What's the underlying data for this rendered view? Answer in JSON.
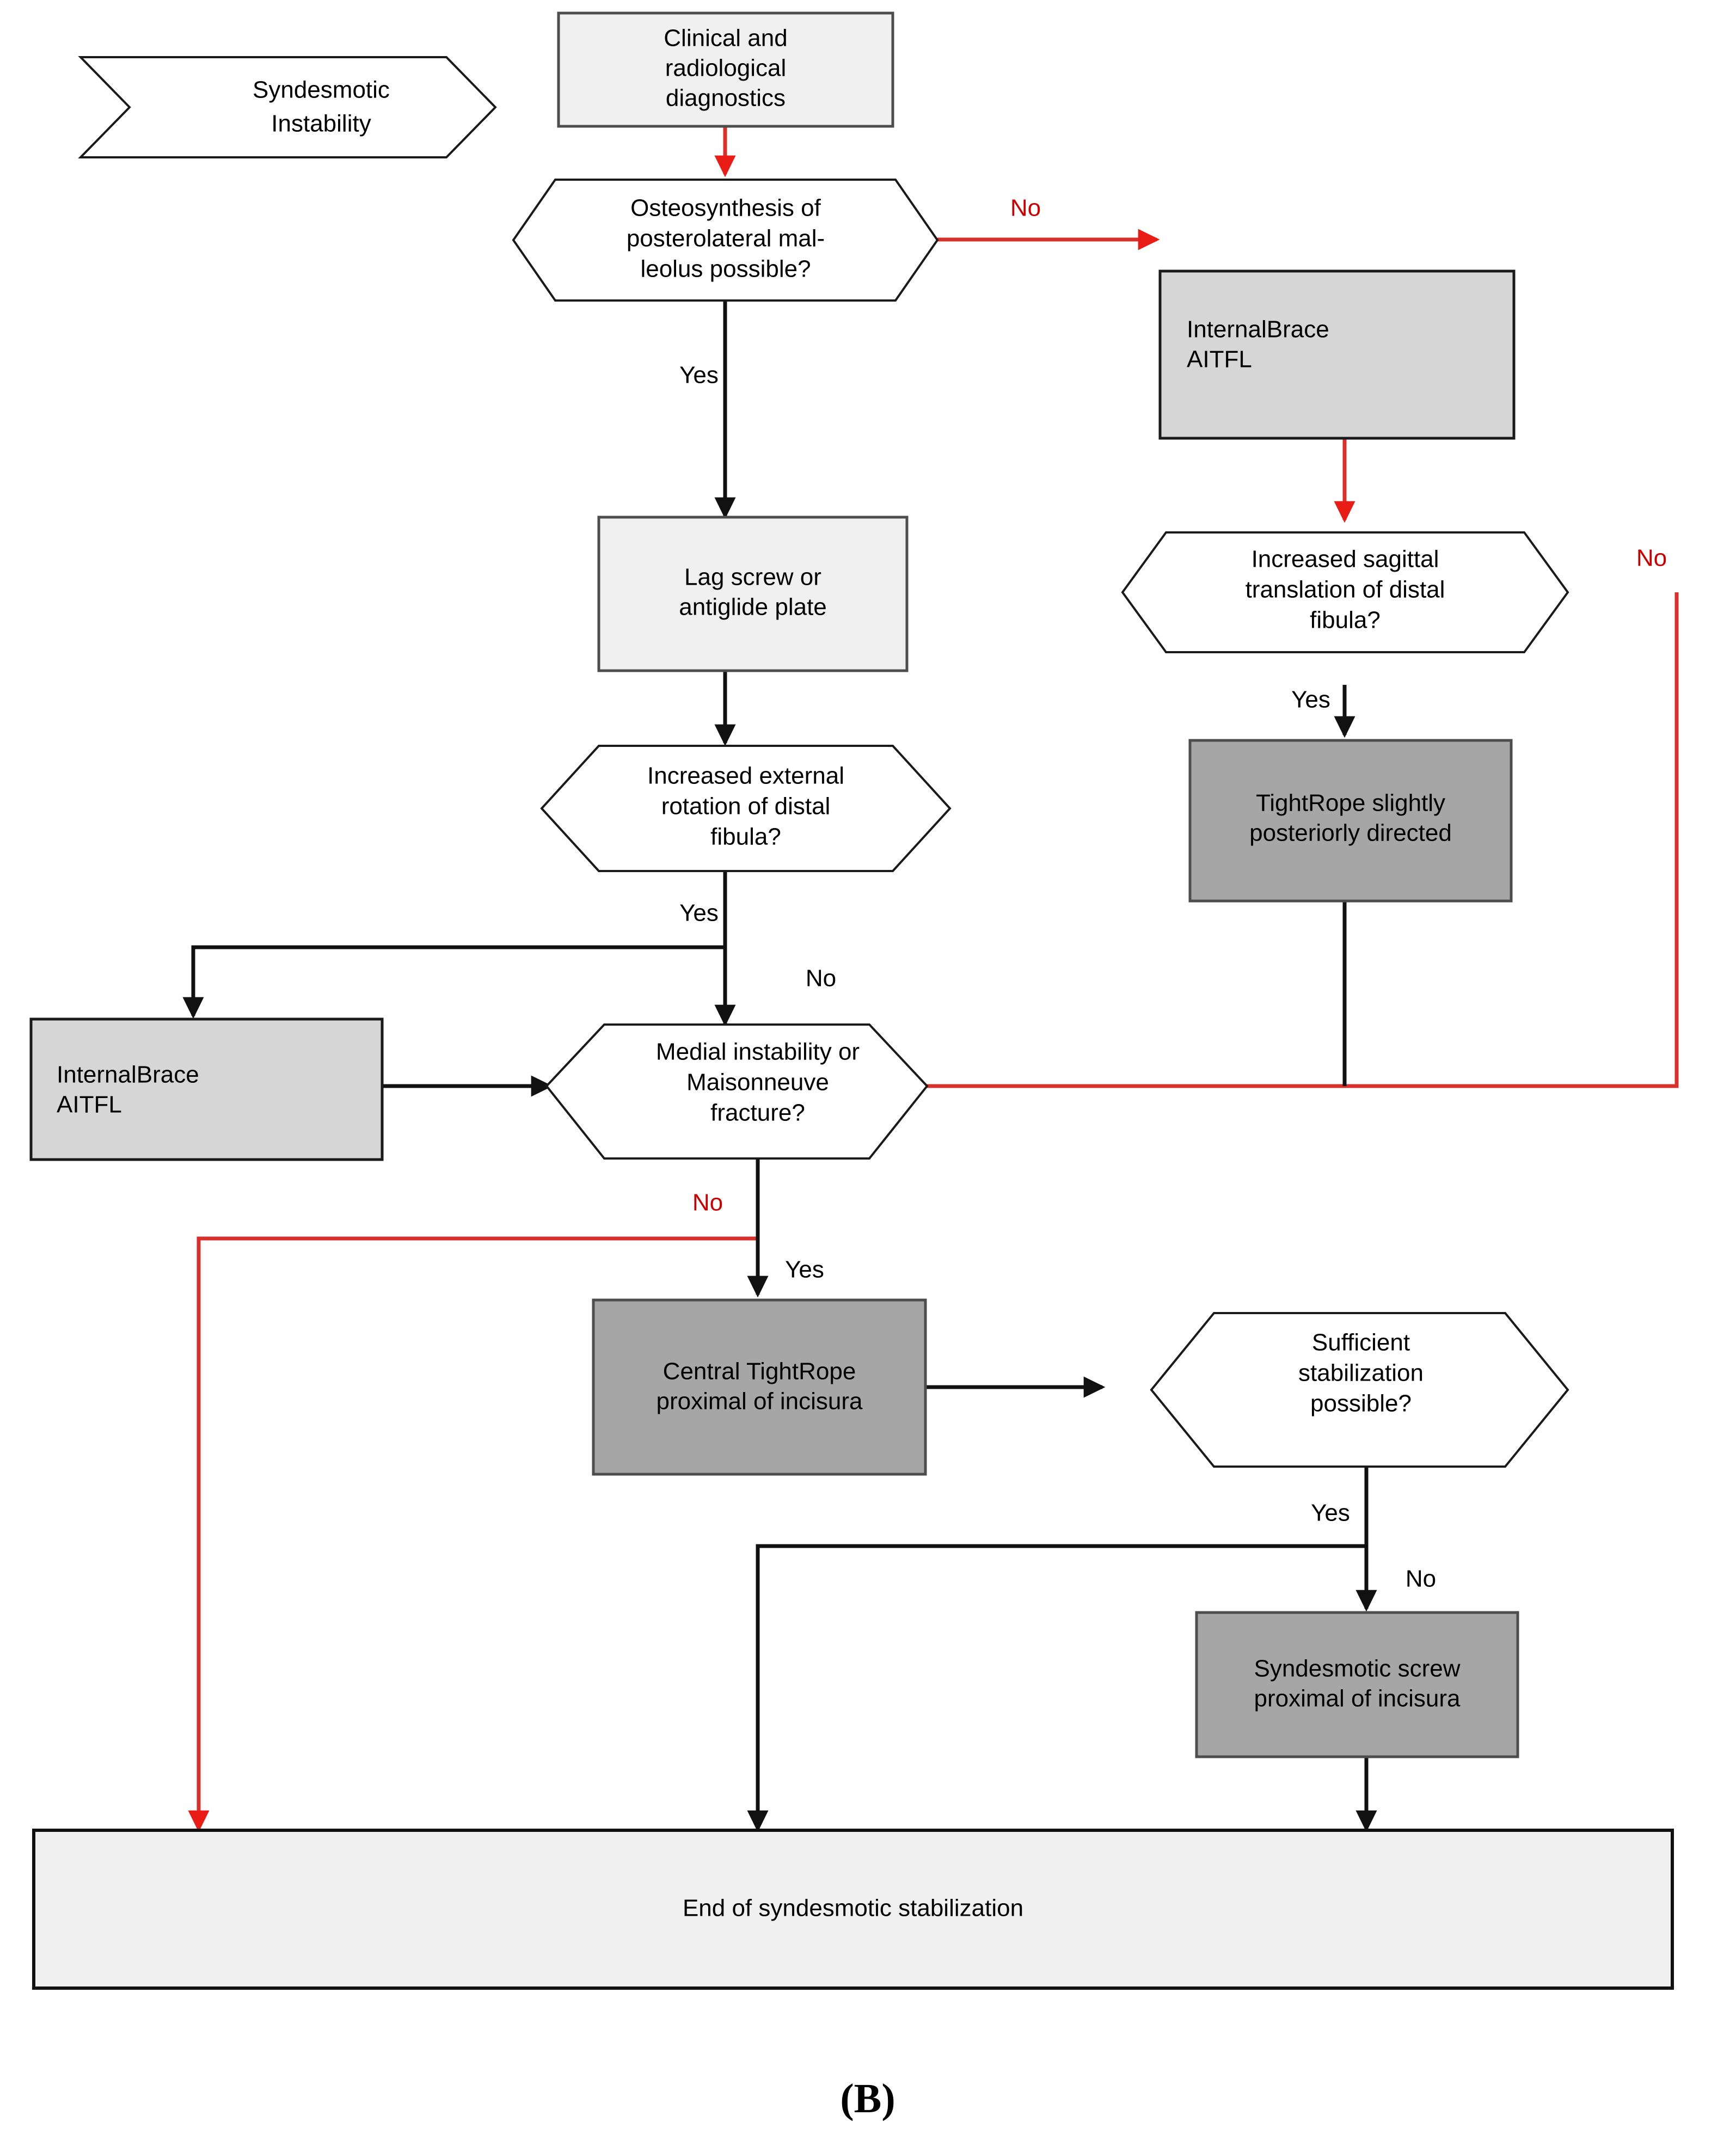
{
  "diagram": {
    "panel_label": "(B)",
    "banner": {
      "line1": "Syndesmotic",
      "line2": "Instability"
    },
    "colors": {
      "accent_red": "#d9302c",
      "label_red": "#cc0000",
      "fill_light": "#f0f0f0",
      "fill_mid": "#d6d6d6",
      "fill_dark": "#a6a6a6",
      "fill_white": "#ffffff",
      "stroke_dark": "#1a1a1a"
    },
    "nodes": {
      "diagnostics": {
        "kind": "process",
        "fill": "light",
        "line1": "Clinical and",
        "line2": "radiological",
        "line3": "diagnostics"
      },
      "osteosynthesis": {
        "kind": "decision",
        "fill": "white",
        "line1": "Osteosynthesis of",
        "line2": "posterolateral mal-",
        "line3": "leolus possible?"
      },
      "internalbrace_right": {
        "kind": "process",
        "fill": "mid",
        "line1": "InternalBrace",
        "line2": "AITFL"
      },
      "lagscrew": {
        "kind": "process",
        "fill": "light",
        "line1": "Lag screw or",
        "line2": "antiglide plate"
      },
      "sagittal": {
        "kind": "decision",
        "fill": "white",
        "line1": "Increased sagittal",
        "line2": "translation of distal",
        "line3": "fibula?"
      },
      "extrotation": {
        "kind": "decision",
        "fill": "white",
        "line1": "Increased external",
        "line2": "rotation of distal",
        "line3": "fibula?"
      },
      "tightrope_post": {
        "kind": "process",
        "fill": "dark",
        "line1": "TightRope slightly",
        "line2": "posteriorly directed"
      },
      "internalbrace_left": {
        "kind": "process",
        "fill": "mid",
        "line1": "InternalBrace",
        "line2": "AITFL"
      },
      "medial": {
        "kind": "decision",
        "fill": "white",
        "line1": "Medial instability or",
        "line2": "Maisonneuve",
        "line3": "fracture?"
      },
      "central_tightrope": {
        "kind": "process",
        "fill": "dark",
        "line1": "Central TightRope",
        "line2": "proximal of incisura"
      },
      "sufficient": {
        "kind": "decision",
        "fill": "white",
        "line1": "Sufficient",
        "line2": "stabilization",
        "line3": "possible?"
      },
      "syndesmotic_screw": {
        "kind": "process",
        "fill": "dark",
        "line1": "Syndesmotic screw",
        "line2": "proximal of incisura"
      },
      "end": {
        "kind": "terminator",
        "fill": "light",
        "line1": "End of syndesmotic stabilization"
      }
    },
    "edge_labels": {
      "osteo_no": "No",
      "osteo_yes": "Yes",
      "sagittal_no": "No",
      "sagittal_yes": "Yes",
      "extrot_yes": "Yes",
      "extrot_no": "No",
      "medial_no": "No",
      "medial_yes": "Yes",
      "sufficient_yes": "Yes",
      "sufficient_no": "No"
    }
  }
}
